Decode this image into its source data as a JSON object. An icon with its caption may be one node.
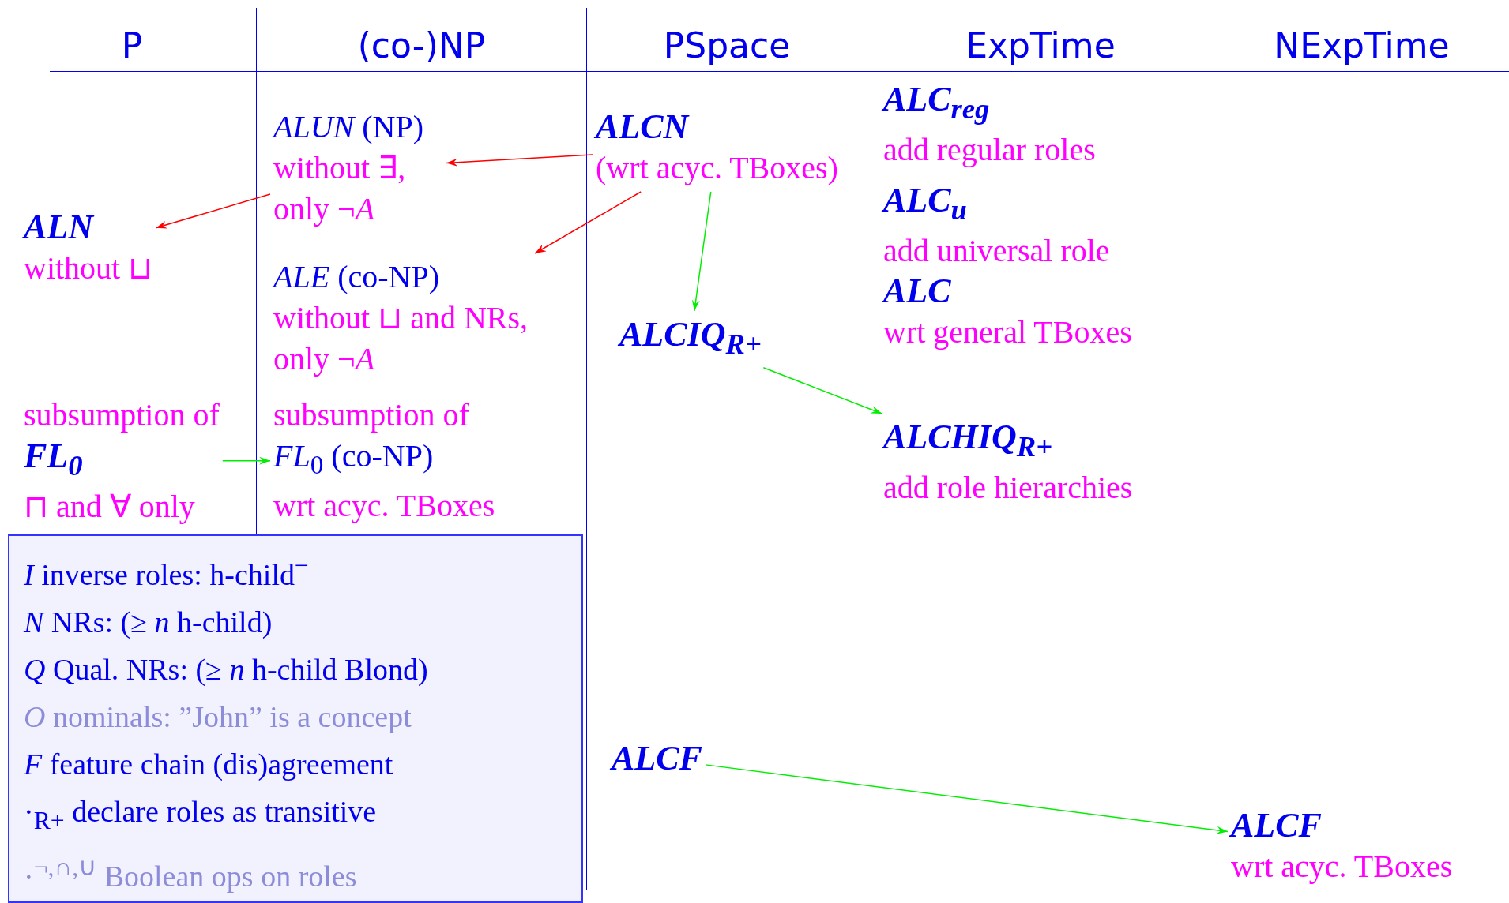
{
  "diagram": {
    "nodes": [
      {
        "text": [
          "P"
        ]
      },
      {
        "text": [
          "(co-)NP"
        ]
      },
      {
        "text": [
          "PSpace"
        ]
      },
      {
        "text": [
          "ExpTime"
        ]
      },
      {
        "text": [
          "NExpTime"
        ]
      },
      {
        "text": [
          "ALN",
          "without ⊔"
        ],
        "in": 0
      },
      {
        "text": [
          "subsumption of",
          "FL$_{0}$",
          "⊓ and ∀ only"
        ],
        "in": 0
      },
      {
        "text": [
          "*ALUN* (NP)",
          "without ∃, only ¬*A*"
        ],
        "in": 1
      },
      {
        "text": [
          "*ALE* (co-NP)",
          "without ⊔ and NRs, only ¬*A*"
        ],
        "in": 1
      },
      {
        "text": [
          "subsumption of",
          "*FL*$_{0}$ (co-NP)",
          "wrt acyc. TBoxes"
        ],
        "in": 1
      },
      {
        "text": [
          "ALCN",
          "(wrt acyc. TBoxes)"
        ],
        "in": 2
      },
      {
        "text": [
          "ALCIQ$_{R+}$"
        ],
        "in": 2
      },
      {
        "text": [
          "ALCF"
        ],
        "in": 2
      },
      {
        "text": [
          "ALC$_{reg}$",
          "add regular roles"
        ],
        "in": 3
      },
      {
        "text": [
          "ALC$_{u}$",
          "add universal role"
        ],
        "in": 3
      },
      {
        "text": [
          "ALC",
          "wrt general TBoxes"
        ],
        "in": 3
      },
      {
        "text": [
          "ALCHIQ$_{R+}$",
          "add role hierarchies"
        ],
        "in": 3
      },
      {
        "text": [
          "ALCF",
          "wrt acyc. TBoxes"
        ],
        "in": 4
      },
      {
        "text": [
          "*I* inverse roles: h-child$^{−}$",
          "*N* NRs: (≥ *n* h-child)",
          "*Q* Qual. NRs: (≥ *n* h-child Blond)",
          "*O* nominals: ”John” is a concept",
          "*F* feature chain (dis)agreement",
          "·$_{R+}$ declare roles as transitive",
          "·$^{¬,∩,∪}$ Boolean ops on roles"
        ]
      }
    ],
    "edges": [
      {
        "from": 10,
        "to": 7,
        "arrow": "to",
        "color": "#ff0000"
      },
      {
        "from": 7,
        "to": 5,
        "arrow": "to",
        "color": "#ff0000"
      },
      {
        "from": 10,
        "to": 8,
        "arrow": "to",
        "color": "#ff0000"
      },
      {
        "from": 10,
        "to": 11,
        "arrow": "to",
        "color": "#00ee00"
      },
      {
        "from": 11,
        "to": 16,
        "arrow": "to",
        "color": "#00ee00"
      },
      {
        "from": 6,
        "to": 9,
        "arrow": "to",
        "color": "#00ee00"
      },
      {
        "from": 12,
        "to": 17,
        "arrow": "to",
        "color": "#00ee00"
      }
    ]
  }
}
